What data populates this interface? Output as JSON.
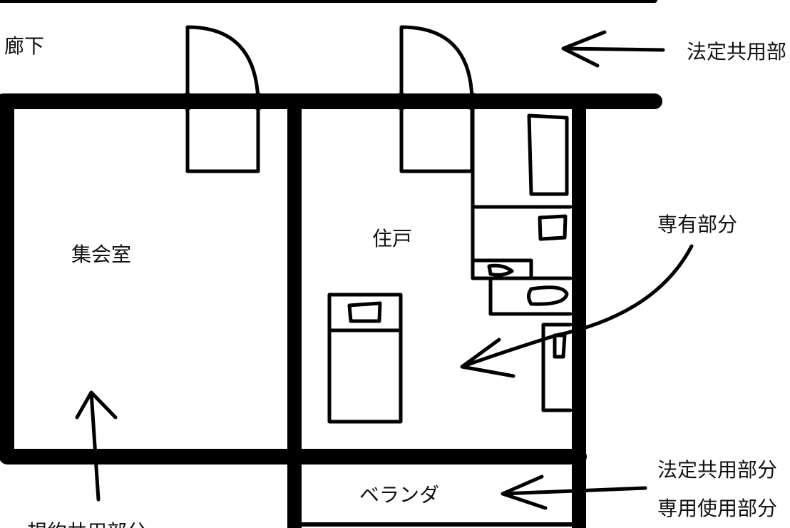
{
  "labels": {
    "corridor": "廊下",
    "legal_common_top": "法定共用部",
    "private_part": "専有部分",
    "unit": "住戸",
    "meeting_room": "集会室",
    "veranda": "ベランダ",
    "legal_common_bottom": "法定共用部分",
    "exclusive_use": "専用使用部分",
    "bylaw_common": "規約共用部分"
  }
}
